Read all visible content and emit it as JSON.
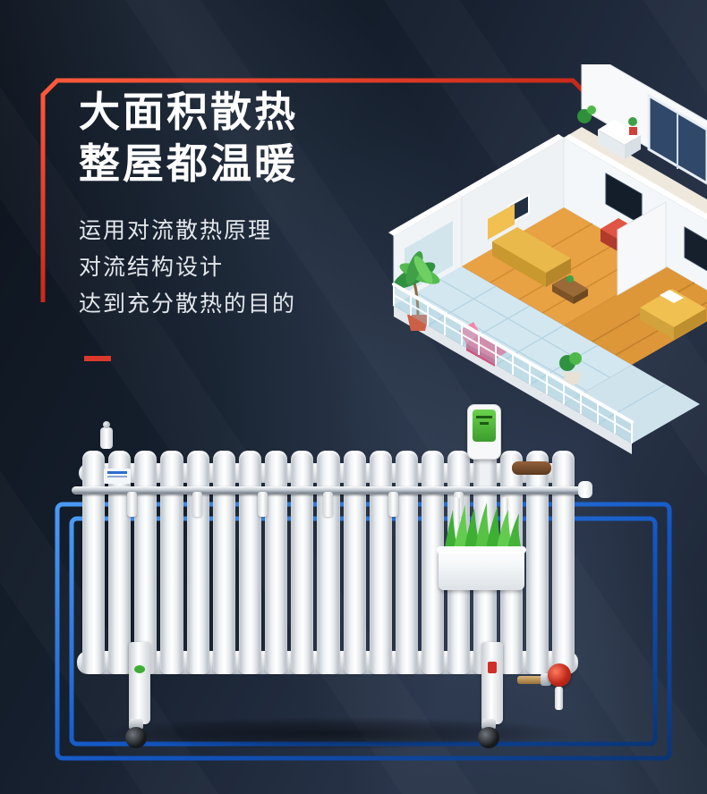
{
  "headline": {
    "line1": "大面积散热",
    "line2": "整屋都温暖"
  },
  "description": {
    "line1": "运用对流散热原理",
    "line2": "对流结构设计",
    "line3": "达到充分散热的目的"
  },
  "accent_colors": {
    "red_frame": "#d93a2c",
    "blue_frame": "#2a7de0",
    "background": "#16202e"
  },
  "product": {
    "tube_count": 19,
    "hook_count": 6
  }
}
